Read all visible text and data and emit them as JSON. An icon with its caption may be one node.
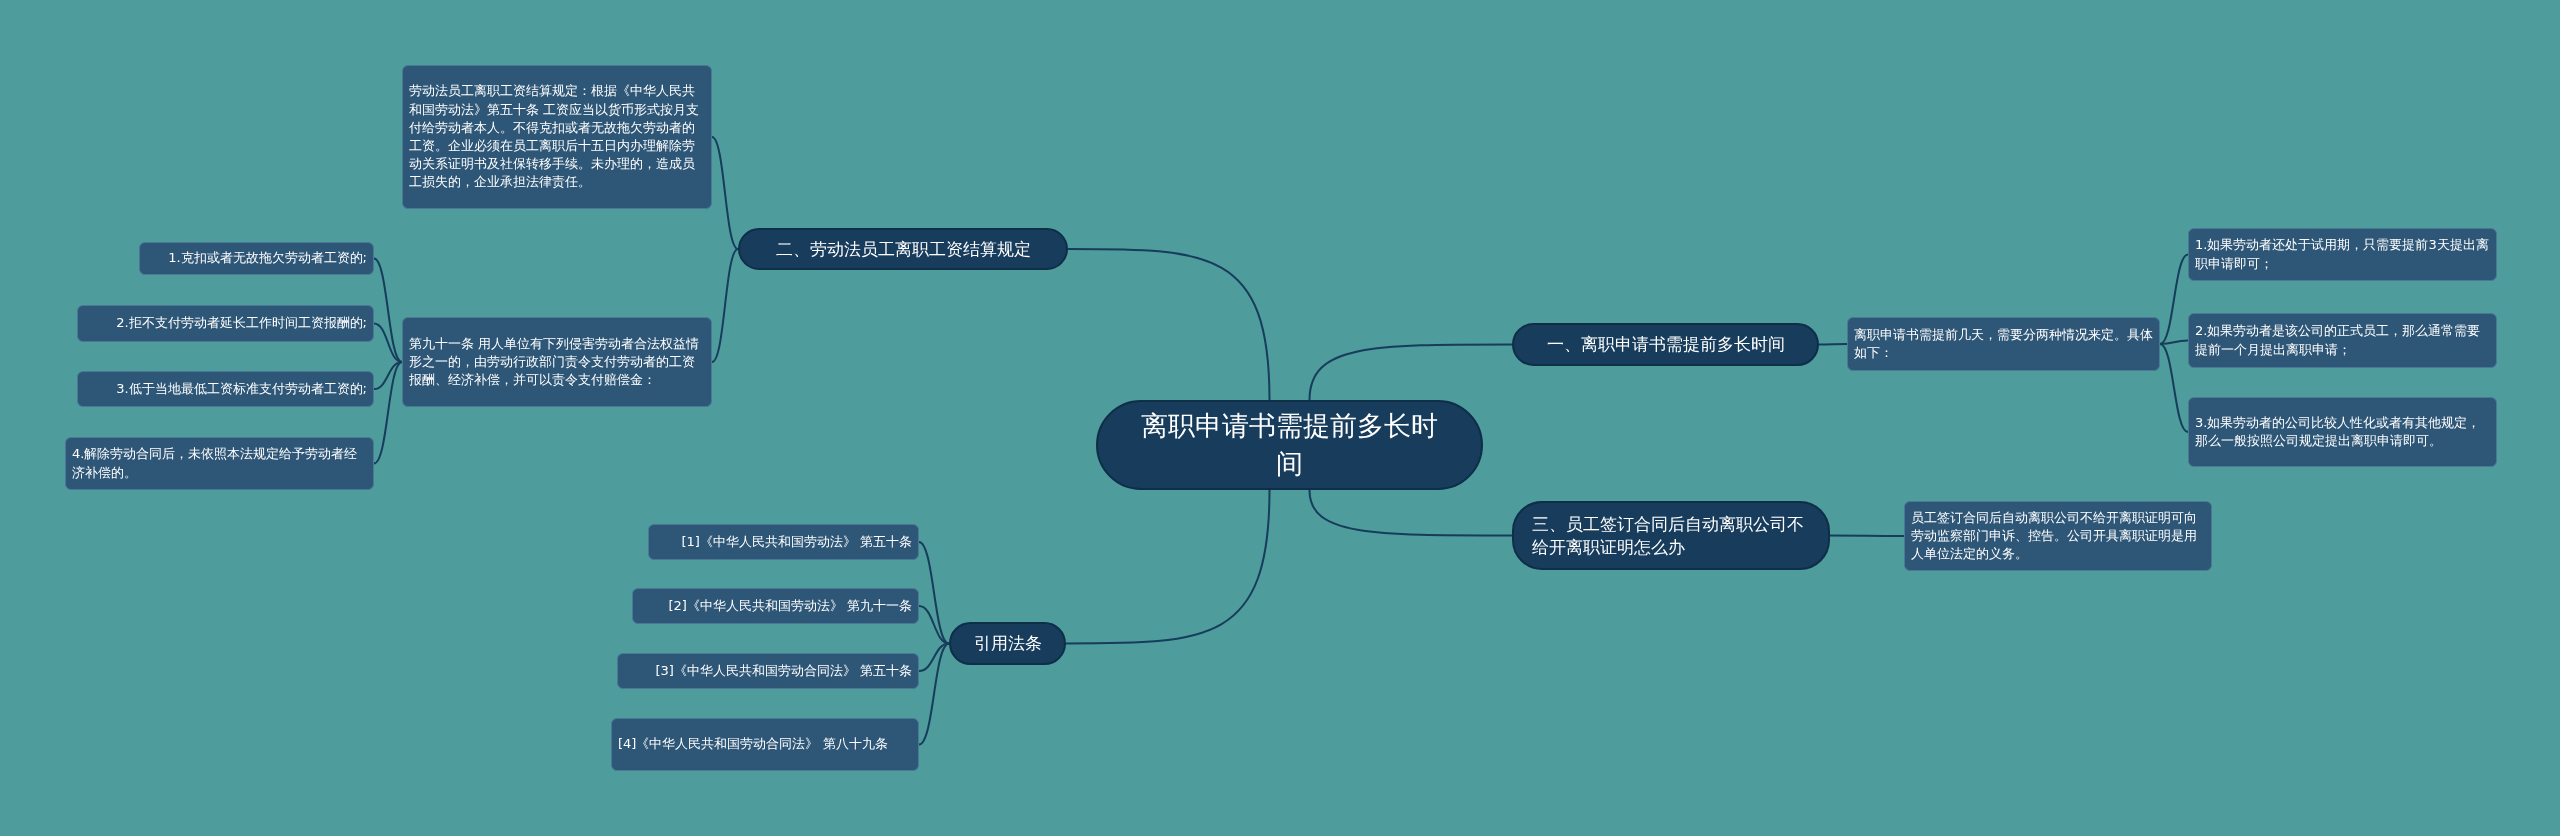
{
  "diagram": {
    "nodes": [
      {
        "text": [
          "离职申请书需提前多长时间"
        ]
      },
      {
        "text": [
          "一、离职申请书需提前多长时间"
        ]
      },
      {
        "text": [
          "离职申请书需提前几天，需要分两种情况来定。具体如下："
        ]
      },
      {
        "text": [
          "1.如果劳动者还处于试用期，只需要提前3天提出离职申请即可；"
        ]
      },
      {
        "text": [
          "2.如果劳动者是该公司的正式员工，那么通常需要提前一个月提出离职申请；"
        ]
      },
      {
        "text": [
          "3.如果劳动者的公司比较人性化或者有其他规定，那么一般按照公司规定提出离职申请即可。"
        ]
      },
      {
        "text": [
          "三、员工签订合同后自动离职公司不给开离职证明怎么办"
        ]
      },
      {
        "text": [
          "员工签订合同后自动离职公司不给开离职证明可向劳动监察部门申诉、控告。公司开具离职证明是用人单位法定的义务。"
        ]
      },
      {
        "text": [
          "二、劳动法员工离职工资结算规定"
        ]
      },
      {
        "text": [
          "劳动法员工离职工资结算规定：根据《中华人民共和国劳动法》第五十条 工资应当以货币形式按月支付给劳动者本人。不得克扣或者无故拖欠劳动者的工资。企业必须在员工离职后十五日内办理解除劳动关系证明书及社保转移手续。未办理的，造成员工损失的，企业承担法律责任。"
        ]
      },
      {
        "text": [
          "第九十一条 用人单位有下列侵害劳动者合法权益情形之一的，由劳动行政部门责令支付劳动者的工资报酬、经济补偿，并可以责令支付赔偿金："
        ]
      },
      {
        "text": [
          "1.克扣或者无故拖欠劳动者工资的;"
        ]
      },
      {
        "text": [
          "2.拒不支付劳动者延长工作时间工资报酬的;"
        ]
      },
      {
        "text": [
          "3.低于当地最低工资标准支付劳动者工资的;"
        ]
      },
      {
        "text": [
          "4.解除劳动合同后，未依照本法规定给予劳动者经济补偿的。"
        ]
      },
      {
        "text": [
          "引用法条"
        ]
      },
      {
        "text": [
          "[1]《中华人民共和国劳动法》 第五十条"
        ]
      },
      {
        "text": [
          "[2]《中华人民共和国劳动法》 第九十一条"
        ]
      },
      {
        "text": [
          "[3]《中华人民共和国劳动合同法》 第五十条"
        ]
      },
      {
        "text": [
          "[4]《中华人民共和国劳动合同法》 第八十九条"
        ]
      }
    ],
    "edges": [
      {
        "from": 0,
        "to": 1,
        "arrow": "none"
      },
      {
        "from": 1,
        "to": 2,
        "arrow": "none"
      },
      {
        "from": 2,
        "to": 3,
        "arrow": "none"
      },
      {
        "from": 2,
        "to": 4,
        "arrow": "none"
      },
      {
        "from": 2,
        "to": 5,
        "arrow": "none"
      },
      {
        "from": 0,
        "to": 6,
        "arrow": "none"
      },
      {
        "from": 6,
        "to": 7,
        "arrow": "none"
      },
      {
        "from": 0,
        "to": 8,
        "arrow": "none"
      },
      {
        "from": 8,
        "to": 9,
        "arrow": "none"
      },
      {
        "from": 8,
        "to": 10,
        "arrow": "none"
      },
      {
        "from": 10,
        "to": 11,
        "arrow": "none"
      },
      {
        "from": 10,
        "to": 12,
        "arrow": "none"
      },
      {
        "from": 10,
        "to": 13,
        "arrow": "none"
      },
      {
        "from": 10,
        "to": 14,
        "arrow": "none"
      },
      {
        "from": 0,
        "to": 15,
        "arrow": "none"
      },
      {
        "from": 15,
        "to": 16,
        "arrow": "none"
      },
      {
        "from": 15,
        "to": 17,
        "arrow": "none"
      },
      {
        "from": 15,
        "to": 18,
        "arrow": "none"
      },
      {
        "from": 15,
        "to": 19,
        "arrow": "none"
      }
    ]
  }
}
